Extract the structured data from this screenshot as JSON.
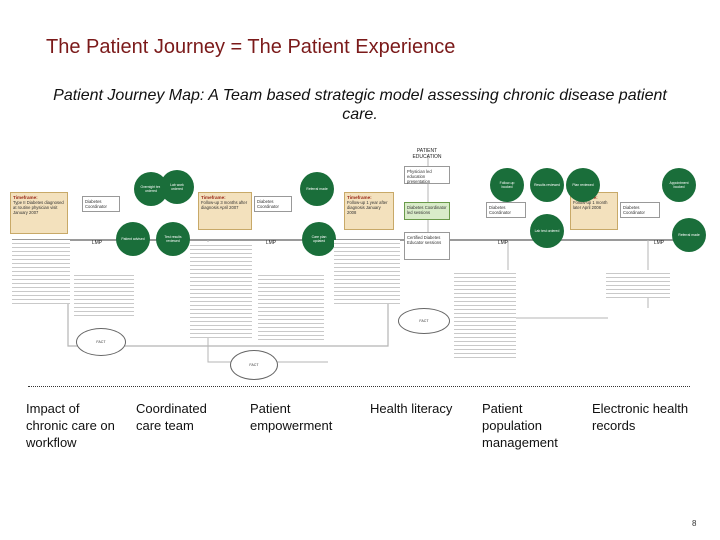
{
  "slide": {
    "title": "The Patient Journey = The Patient Experience",
    "subtitle": "Patient Journey Map: A Team based strategic model assessing chronic disease patient care.",
    "page_number": "8"
  },
  "map": {
    "colors": {
      "line": "#9a9a9a",
      "circle": "#1a6e3a",
      "tan": "#f3e1bd",
      "green": "#d9ecc9",
      "heading": "#9a2a1a"
    },
    "top_label": "PATIENT EDUCATION",
    "timeframe_boxes": [
      {
        "heading": "Timeframe:",
        "text": "Type II Diabetes diagnosed at routine physician visit January 2007"
      },
      {
        "heading": "Timeframe:",
        "text": "Follow-up 3 months after diagnosis April 2007"
      },
      {
        "heading": "Timeframe:",
        "text": "Follow-up 1 year after diagnosis January 2008"
      },
      {
        "heading": "Timeframe:",
        "text": "Follow-up 1 month later April 2008"
      }
    ],
    "coordinator_labels": [
      "Diabetes Coordinator",
      "Diabetes Coordinator",
      "Diabetes Coordinator",
      "Diabetes Coordinator"
    ],
    "lmp_labels": [
      "LMP",
      "LMP",
      "LMP",
      "LMP"
    ],
    "education_boxes": [
      "Physician led education presentation",
      "Diabetes Coordinator led sessions",
      "Certified Diabetes Educator sessions"
    ],
    "circle_texts": [
      "Overnight test ordered",
      "Patient advised",
      "Test results reviewed",
      "Referral made",
      "Care plan updated",
      "Lab work ordered",
      "Follow-up booked",
      "Results reviewed",
      "Lab test ordered",
      "Plan reviewed",
      "Appointment booked",
      "Referral made"
    ],
    "bubble_texts": [
      "FACT",
      "FACT",
      "FACT"
    ]
  },
  "columns": [
    "Impact of chronic care on workflow",
    "Coordinated care team",
    "Patient empowerment",
    "Health literacy",
    "Patient population management",
    "Electronic health records"
  ]
}
